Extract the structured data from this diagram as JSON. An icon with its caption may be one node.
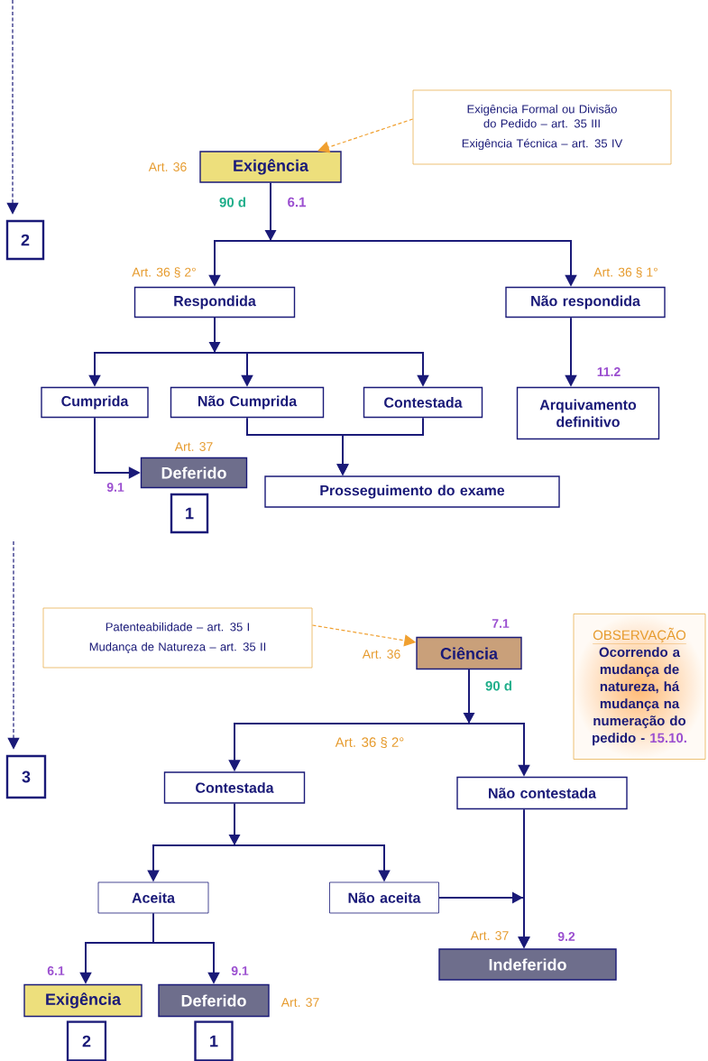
{
  "diagram": {
    "nodes": [
      {
        "text": [
          "2"
        ]
      },
      {
        "text": [
          "Exigência Formal ou Divisão do Pedido – art. 35 III",
          "Exigência Técnica – art. 35 IV"
        ]
      },
      {
        "text": [
          "Exigência"
        ],
        "beside": [
          "Art. 36"
        ]
      },
      {
        "text": [
          "Respondida"
        ]
      },
      {
        "text": [
          "Não respondida"
        ]
      },
      {
        "text": [
          "Cumprida"
        ]
      },
      {
        "text": [
          "Não Cumprida"
        ]
      },
      {
        "text": [
          "Contestada"
        ]
      },
      {
        "text": [
          "Arquivamento definitivo"
        ]
      },
      {
        "text": [
          "Deferido"
        ],
        "beside": [
          "Art. 37"
        ]
      },
      {
        "text": [
          "1"
        ]
      },
      {
        "text": [
          "Prosseguimento do exame"
        ]
      },
      {
        "text": [
          "3"
        ]
      },
      {
        "text": [
          "Patenteabilidade – art. 35 I",
          "Mudança de Natureza – art. 35 II"
        ]
      },
      {
        "text": [
          "Ciência"
        ],
        "beside": [
          "7.1",
          "Art. 36"
        ]
      },
      {
        "text": [
          "OBSERVAÇÃO",
          "Ocorrendo a mudança de natureza, há mudança na numeração do pedido -",
          "15.10."
        ]
      },
      {
        "text": [
          "Contestada"
        ]
      },
      {
        "text": [
          "Não contestada"
        ]
      },
      {
        "text": [
          "Aceita"
        ]
      },
      {
        "text": [
          "Não aceita"
        ]
      },
      {
        "text": [
          "Indeferido"
        ],
        "beside": [
          "Art. 37"
        ]
      },
      {
        "text": [
          "Exigência"
        ]
      },
      {
        "text": [
          "Deferido"
        ],
        "beside": [
          "Art. 37"
        ]
      },
      {
        "text": [
          "2"
        ]
      },
      {
        "text": [
          "1"
        ]
      }
    ],
    "edges": [
      {
        "from": null,
        "to": 0,
        "arrow": "to",
        "style": "dashed"
      },
      {
        "from": 1,
        "to": 2,
        "arrow": "to",
        "style": "dashed",
        "color": "#f0a030"
      },
      {
        "from": 2,
        "to": 3,
        "arrow": "to",
        "label": "Art. 36 § 2°"
      },
      {
        "from": 2,
        "to": 4,
        "arrow": "to",
        "label": "Art. 36 § 1°"
      },
      {
        "from": 3,
        "to": 5,
        "arrow": "to"
      },
      {
        "from": 3,
        "to": 6,
        "arrow": "to"
      },
      {
        "from": 3,
        "to": 7,
        "arrow": "to"
      },
      {
        "from": 4,
        "to": 8,
        "arrow": "to",
        "label": "11.2"
      },
      {
        "from": 5,
        "to": 9,
        "arrow": "to",
        "label": "9.1"
      },
      {
        "from": 6,
        "to": 11,
        "arrow": "to"
      },
      {
        "from": 7,
        "to": 11,
        "arrow": "to"
      },
      {
        "from": null,
        "to": 12,
        "arrow": "to",
        "style": "dashed"
      },
      {
        "from": 13,
        "to": 14,
        "arrow": "to",
        "style": "dashed",
        "color": "#f0a030"
      },
      {
        "from": 14,
        "to": 16,
        "arrow": "to"
      },
      {
        "from": 14,
        "to": 17,
        "arrow": "to"
      },
      {
        "from": 16,
        "to": 18,
        "arrow": "to"
      },
      {
        "from": 16,
        "to": 19,
        "arrow": "to"
      },
      {
        "from": 17,
        "to": 20,
        "arrow": "to",
        "label": "9.2"
      },
      {
        "from": 19,
        "to": 20,
        "arrow": "to"
      },
      {
        "from": 18,
        "to": 21,
        "arrow": "to",
        "label": "6.1"
      },
      {
        "from": 18,
        "to": 22,
        "arrow": "to",
        "label": "9.1"
      }
    ],
    "labels": [
      "90 d",
      "6.1",
      "90 d",
      "Art. 36 § 2°"
    ]
  }
}
